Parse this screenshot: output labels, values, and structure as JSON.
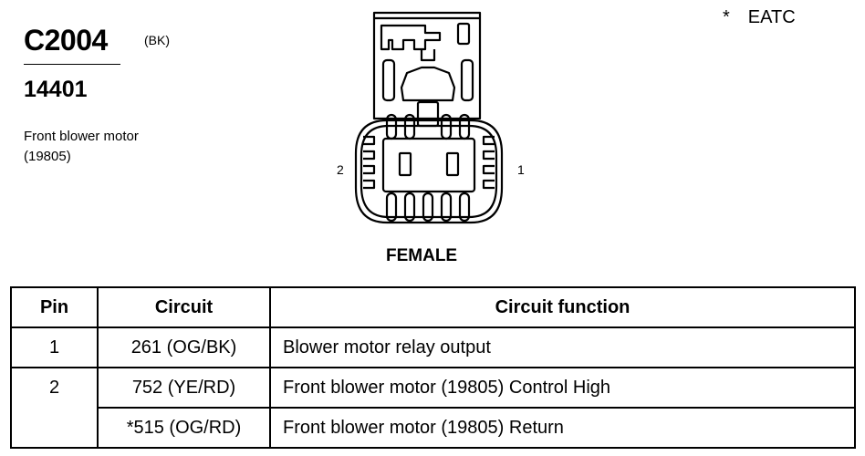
{
  "header": {
    "connector_id": "C2004",
    "connector_color": "(BK)",
    "part_number": "14401",
    "description_line1": "Front blower motor",
    "description_line2": "(19805)",
    "note_marker": "*",
    "note_text": "EATC"
  },
  "diagram": {
    "gender_label": "FEMALE",
    "pin_label_left": "2",
    "pin_label_right": "1"
  },
  "table": {
    "headers": [
      "Pin",
      "Circuit",
      "Circuit function"
    ],
    "rows": [
      {
        "pin": "1",
        "circuit": "261 (OG/BK)",
        "function": "Blower motor relay output"
      },
      {
        "pin": "2",
        "circuit": "752 (YE/RD)",
        "function": "Front blower motor (19805) Control High"
      },
      {
        "pin": "",
        "circuit": "*515 (OG/RD)",
        "function": "Front blower motor (19805) Return"
      }
    ]
  }
}
